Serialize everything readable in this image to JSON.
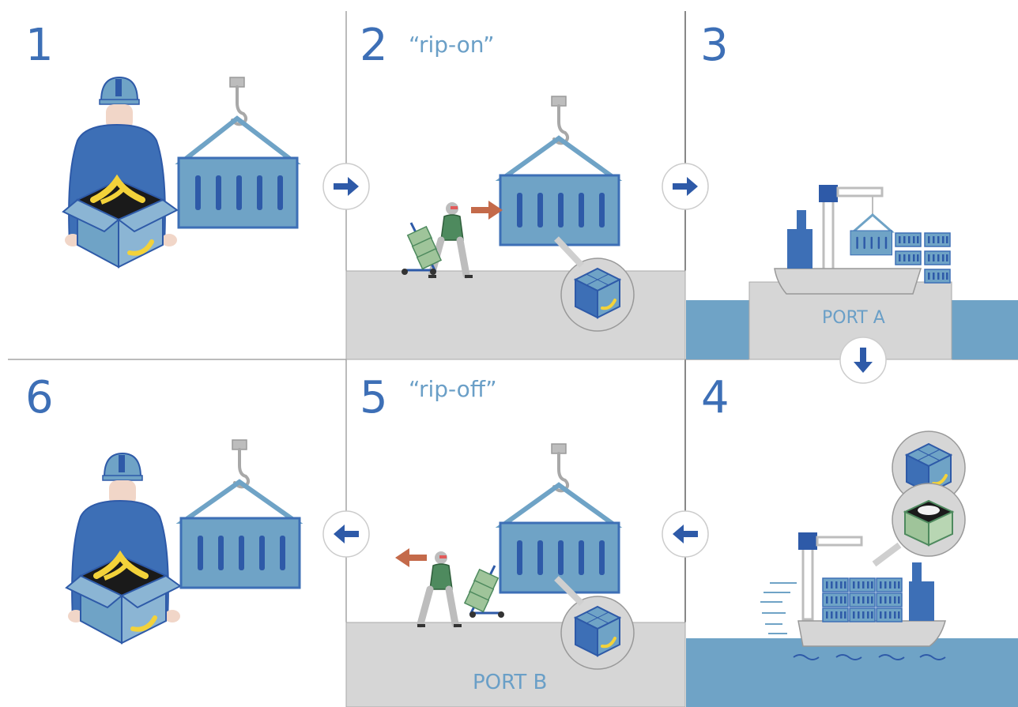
{
  "panels": [
    {
      "number": "1",
      "label": ""
    },
    {
      "number": "2",
      "label": "“rip-on”"
    },
    {
      "number": "3",
      "label": ""
    },
    {
      "number": "4",
      "label": ""
    },
    {
      "number": "5",
      "label": "“rip-off”"
    },
    {
      "number": "6",
      "label": ""
    }
  ],
  "ports": {
    "a": "PORT A",
    "b": "PORT B"
  },
  "colors": {
    "accent_blue": "#3d6fb6",
    "dark_blue": "#2e5aa8",
    "steel_blue": "#6a9fc7",
    "container": "#6fa3c6",
    "ground": "#d6d6d6",
    "water": "#6fa3c6",
    "arrow_red": "#c46a4a",
    "worker_green": "#4e8a5e",
    "banana": "#f3d23a"
  },
  "icons": [
    "arrow-right-icon",
    "arrow-down-icon",
    "arrow-left-icon",
    "crane-hook-icon",
    "container-icon",
    "ship-icon",
    "banana-box-icon",
    "worker-icon",
    "hand-truck-icon"
  ]
}
